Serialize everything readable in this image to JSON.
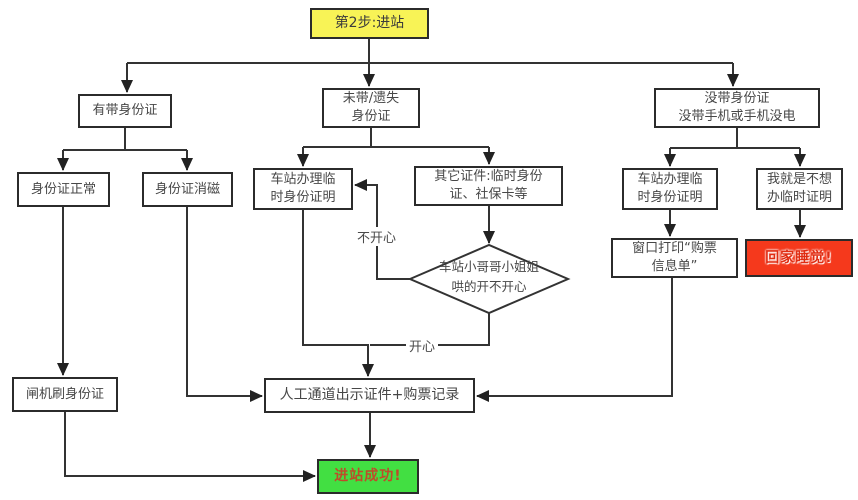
{
  "diagram_title": "第2步:进站",
  "nodes": {
    "step2": {
      "label": "第2步:进站"
    },
    "have_id": {
      "label": "有带身份证"
    },
    "forgot_id": {
      "label": "未带/遗失\n身份证"
    },
    "no_id_no_phone": {
      "label": "没带身份证\n没带手机或手机没电"
    },
    "id_normal": {
      "label": "身份证正常"
    },
    "id_demagnetized": {
      "label": "身份证消磁"
    },
    "station_temp_id_mid": {
      "label": "车站办理临\n时身份证明"
    },
    "other_documents": {
      "label": "其它证件:临时身份\n证、社保卡等"
    },
    "staff_coax_decision": {
      "label": "车站小哥哥小姐姐\n哄的开不开心"
    },
    "station_temp_id_right": {
      "label": "车站办理临\n时身份证明"
    },
    "refuse_temp_id": {
      "label": "我就是不想\n办临时证明"
    },
    "window_print_slip": {
      "label": "窗口打印“购票\n信息单”"
    },
    "go_home_sleep": {
      "label": "回家睡觉!"
    },
    "gate_swipe_id": {
      "label": "闸机刷身份证"
    },
    "manual_channel": {
      "label": "人工通道出示证件+购票记录"
    },
    "enter_success": {
      "label": "进站成功!"
    }
  },
  "edge_labels": {
    "unhappy": "不开心",
    "happy": "开心"
  },
  "colors": {
    "step_highlight": "#f8f356",
    "success_bg": "#42df42",
    "success_text": "#bf4b2a",
    "danger_bg": "#f5391c",
    "line": "#333333"
  }
}
